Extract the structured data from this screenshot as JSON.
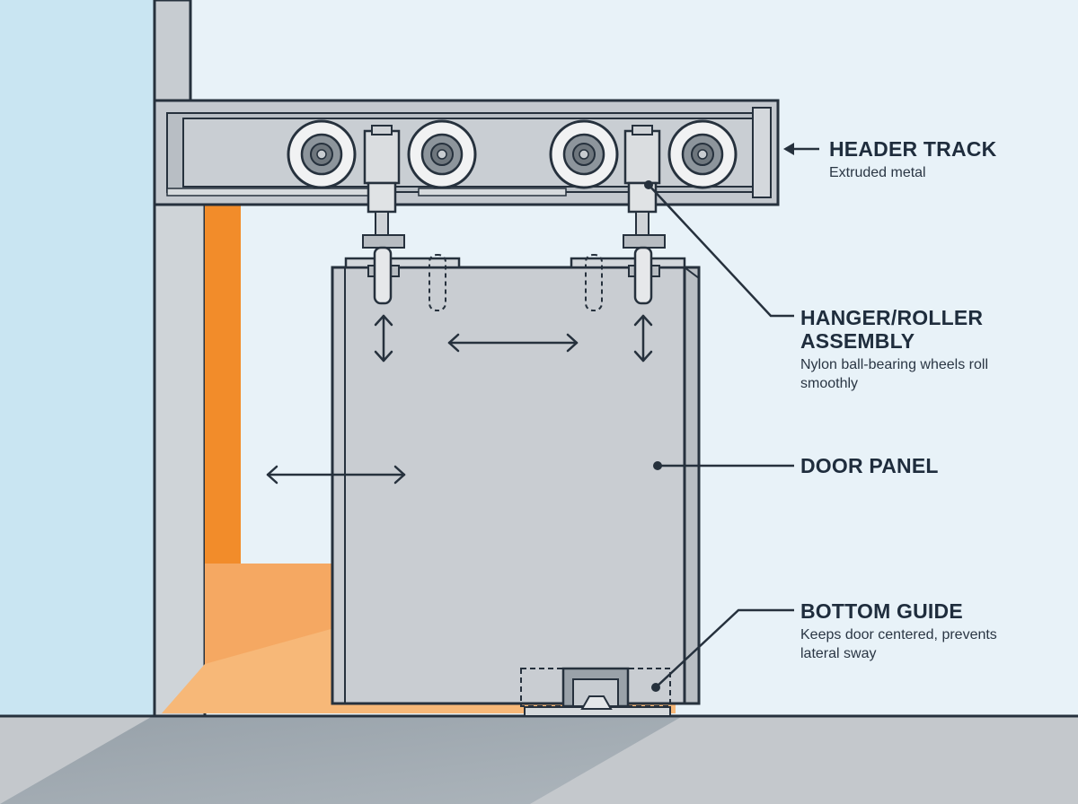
{
  "colors": {
    "background": "#e8f2f8",
    "wall": "#c9e5f2",
    "outline": "#26313d",
    "metal": "#c3c8ce",
    "door": "#c9cdd2",
    "opening_glow": "#f28c2a",
    "floor": "#c4c8cc",
    "floor_shadow": "#9ca6ae"
  },
  "callouts": {
    "header_track": {
      "title": "HEADER TRACK",
      "desc": "Extruded metal"
    },
    "hanger_roller": {
      "title": "HANGER/ROLLER ASSEMBLY",
      "desc": "Nylon ball-bearing wheels roll smoothly"
    },
    "door_panel": {
      "title": "DOOR PANEL"
    },
    "bottom_guide": {
      "title": "BOTTOM GUIDE",
      "desc": "Keeps door centered, prevents lateral sway"
    }
  }
}
